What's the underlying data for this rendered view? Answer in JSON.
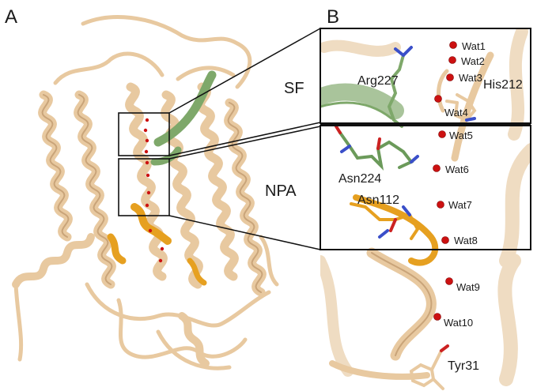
{
  "panels": {
    "a_label": "A",
    "b_label": "B"
  },
  "regions": {
    "sf": "SF",
    "npa": "NPA"
  },
  "residues": {
    "arg227": "Arg227",
    "his212": "His212",
    "asn224": "Asn224",
    "asn112": "Asn112",
    "tyr31": "Tyr31"
  },
  "waters": [
    "Wat1",
    "Wat2",
    "Wat3",
    "Wat4",
    "Wat5",
    "Wat6",
    "Wat7",
    "Wat8",
    "Wat9",
    "Wat10"
  ],
  "colors": {
    "ribbon": "#e8c9a0",
    "ribbon_dark": "#c9a479",
    "sf_highlight": "#7ea86a",
    "npa_highlight": "#e6a020",
    "water": "#cc1111",
    "box": "#111111"
  }
}
